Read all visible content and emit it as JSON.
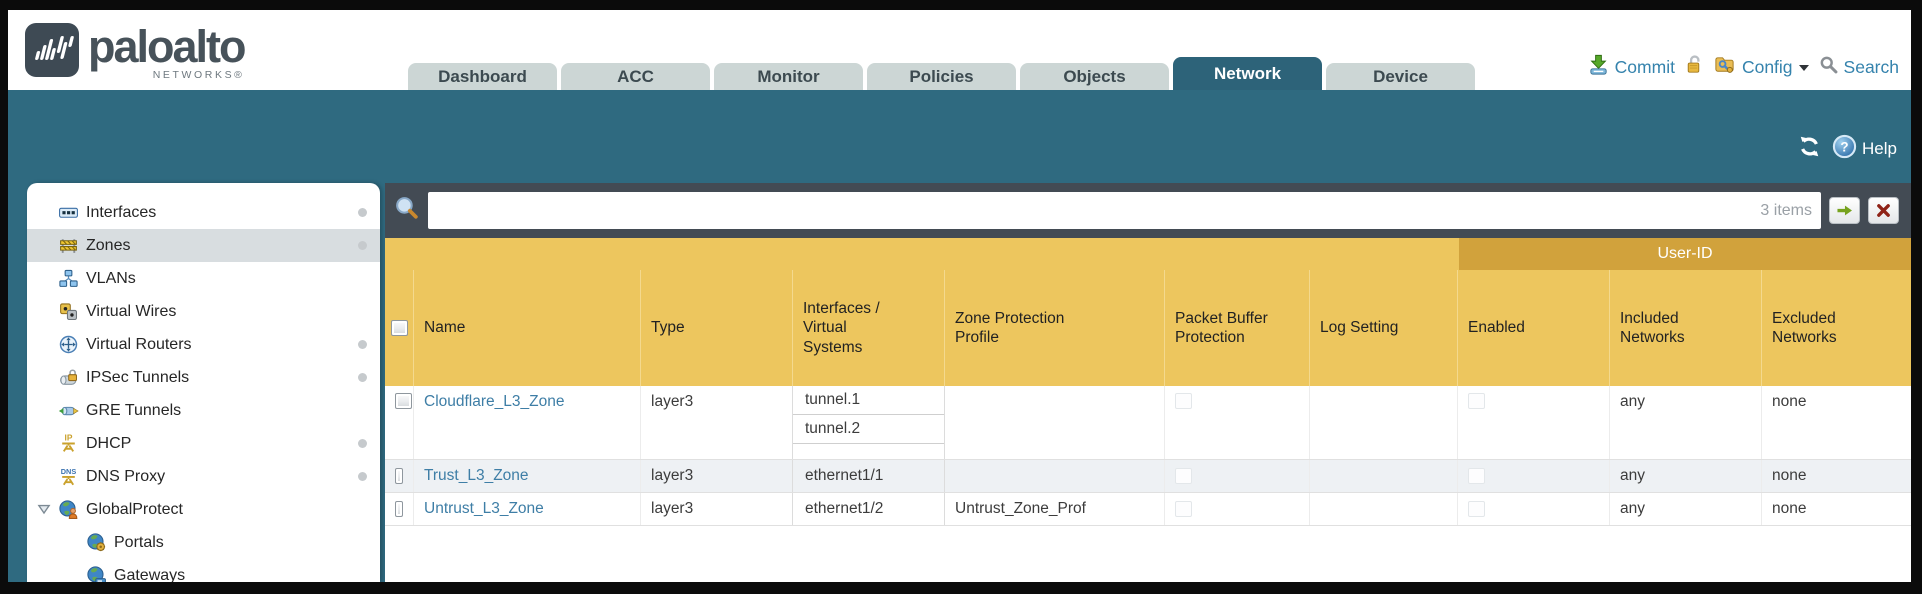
{
  "brand": {
    "name": "paloalto",
    "sub": "NETWORKS®"
  },
  "nav": {
    "tabs": [
      {
        "label": "Dashboard",
        "active": false
      },
      {
        "label": "ACC",
        "active": false
      },
      {
        "label": "Monitor",
        "active": false
      },
      {
        "label": "Policies",
        "active": false
      },
      {
        "label": "Objects",
        "active": false
      },
      {
        "label": "Network",
        "active": true
      },
      {
        "label": "Device",
        "active": false
      }
    ],
    "actions": {
      "commit_label": "Commit",
      "config_label": "Config",
      "search_label": "Search"
    }
  },
  "band": {
    "help_label": "Help"
  },
  "sidebar": {
    "items": [
      {
        "label": "Interfaces",
        "icon": "interfaces-icon",
        "dot": true,
        "selected": false,
        "indent": 0
      },
      {
        "label": "Zones",
        "icon": "zones-icon",
        "dot": true,
        "selected": true,
        "indent": 0
      },
      {
        "label": "VLANs",
        "icon": "vlans-icon",
        "dot": false,
        "selected": false,
        "indent": 0
      },
      {
        "label": "Virtual Wires",
        "icon": "virtual-wires-icon",
        "dot": false,
        "selected": false,
        "indent": 0
      },
      {
        "label": "Virtual Routers",
        "icon": "virtual-routers-icon",
        "dot": true,
        "selected": false,
        "indent": 0
      },
      {
        "label": "IPSec Tunnels",
        "icon": "ipsec-tunnels-icon",
        "dot": true,
        "selected": false,
        "indent": 0
      },
      {
        "label": "GRE Tunnels",
        "icon": "gre-tunnels-icon",
        "dot": false,
        "selected": false,
        "indent": 0
      },
      {
        "label": "DHCP",
        "icon": "dhcp-icon",
        "dot": true,
        "selected": false,
        "indent": 0
      },
      {
        "label": "DNS Proxy",
        "icon": "dns-proxy-icon",
        "dot": true,
        "selected": false,
        "indent": 0
      },
      {
        "label": "GlobalProtect",
        "icon": "globalprotect-icon",
        "dot": false,
        "selected": false,
        "indent": 0,
        "expanded": true
      },
      {
        "label": "Portals",
        "icon": "portals-icon",
        "dot": false,
        "selected": false,
        "indent": 1
      },
      {
        "label": "Gateways",
        "icon": "gateways-icon",
        "dot": false,
        "selected": false,
        "indent": 1
      }
    ]
  },
  "search": {
    "value": "",
    "count_label": "3 items"
  },
  "table": {
    "group_header": "User-ID",
    "columns": [
      {
        "key": "cb",
        "label": ""
      },
      {
        "key": "name",
        "label": "Name"
      },
      {
        "key": "type",
        "label": "Type"
      },
      {
        "key": "ifaces",
        "label": "Interfaces / Virtual Systems"
      },
      {
        "key": "zpp",
        "label": "Zone Protection Profile"
      },
      {
        "key": "pbp",
        "label": "Packet Buffer Protection"
      },
      {
        "key": "log",
        "label": "Log Setting"
      },
      {
        "key": "enabled",
        "label": "Enabled"
      },
      {
        "key": "incl",
        "label": "Included Networks"
      },
      {
        "key": "excl",
        "label": "Excluded Networks"
      }
    ],
    "rows": [
      {
        "name": "Cloudflare_L3_Zone",
        "type": "layer3",
        "interfaces": [
          "tunnel.1",
          "tunnel.2"
        ],
        "zone_protection_profile": "",
        "packet_buffer_protection": false,
        "log_setting": "",
        "user_id_enabled": false,
        "included_networks": "any",
        "excluded_networks": "none"
      },
      {
        "name": "Trust_L3_Zone",
        "type": "layer3",
        "interfaces": [
          "ethernet1/1"
        ],
        "zone_protection_profile": "",
        "packet_buffer_protection": false,
        "log_setting": "",
        "user_id_enabled": false,
        "included_networks": "any",
        "excluded_networks": "none"
      },
      {
        "name": "Untrust_L3_Zone",
        "type": "layer3",
        "interfaces": [
          "ethernet1/2"
        ],
        "zone_protection_profile": "Untrust_Zone_Prof",
        "packet_buffer_protection": false,
        "log_setting": "",
        "user_id_enabled": false,
        "included_networks": "any",
        "excluded_networks": "none"
      }
    ]
  },
  "colors": {
    "teal": "#2f6a80",
    "slate": "#434b54",
    "header_gold": "#edc65e",
    "userid_gold": "#d1a23c",
    "link_blue": "#3e7ea6",
    "action_blue": "#3583ad",
    "tab_inactive": "#ccd6d5",
    "tab_text": "#3c4a50",
    "row_alt": "#eef1f4",
    "sidebar_selected": "#d8dde0"
  }
}
